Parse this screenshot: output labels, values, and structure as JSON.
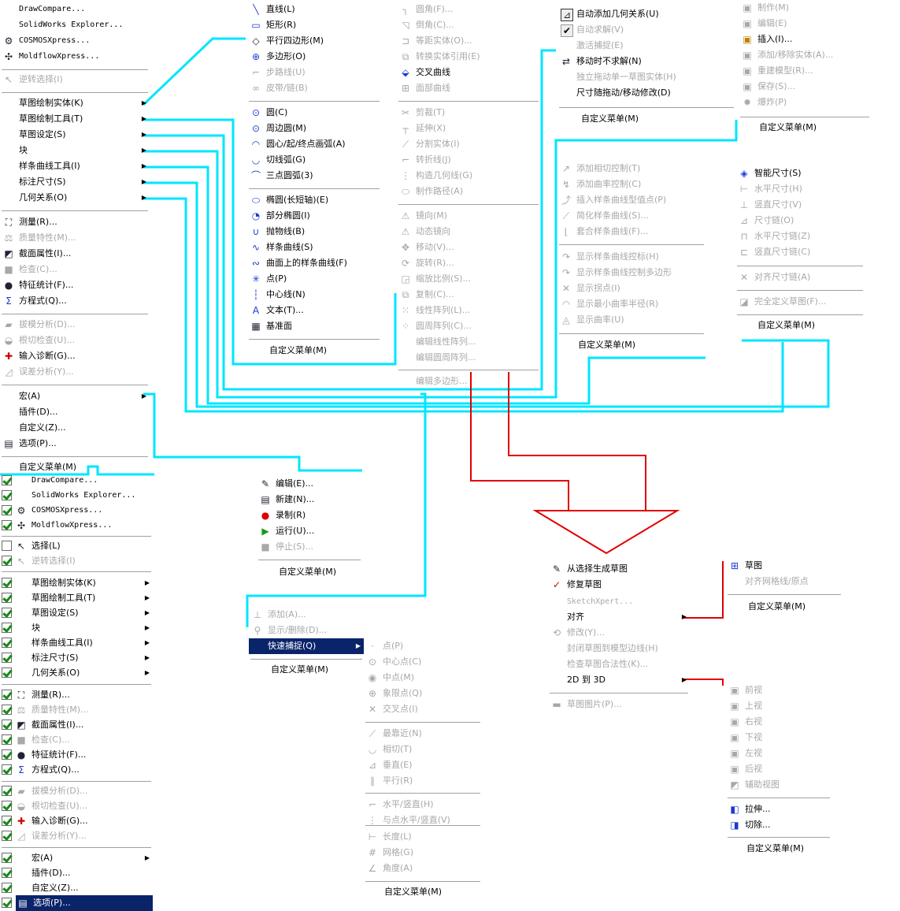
{
  "colors": {
    "wire": "#00e5ff",
    "red": "#e00000",
    "menu_text": "#000000",
    "disabled": "#a8a8a8",
    "highlight": "#0a246a"
  },
  "menu_tools": {
    "top": [
      "DrawCompare...",
      "SolidWorks Explorer...",
      "COSMOSXpress...",
      "MoldflowXpress..."
    ],
    "invert": "逆转选择(I)",
    "sub": [
      "草图绘制实体(K)",
      "草图绘制工具(T)",
      "草图设定(S)",
      "块",
      "样条曲线工具(I)",
      "标注尺寸(S)",
      "几何关系(O)"
    ],
    "analysis": [
      "测量(R)...",
      "质量特性(M)...",
      "截面属性(I)...",
      "检查(C)...",
      "特征统计(F)...",
      "方程式(Q)..."
    ],
    "analysis2": [
      "拔模分析(D)...",
      "根切检查(U)...",
      "输入诊断(G)...",
      "误差分析(Y)..."
    ],
    "misc": [
      "宏(A)",
      "插件(D)...",
      "自定义(Z)...",
      "选项(P)..."
    ],
    "customize": "自定义菜单(M)"
  },
  "menu_entities": {
    "g1": [
      "直线(L)",
      "矩形(R)",
      "平行四边形(M)",
      "多边形(O)",
      "步路线(U)",
      "皮带/链(B)"
    ],
    "g2": [
      "圆(C)",
      "周边圆(M)",
      "圆心/起/终点画弧(A)",
      "切线弧(G)",
      "三点圆弧(3)"
    ],
    "g3": [
      "椭圆(长短轴)(E)",
      "部分椭圆(I)",
      "抛物线(B)",
      "样条曲线(S)",
      "曲面上的样条曲线(F)",
      "点(P)",
      "中心线(N)",
      "文本(T)...",
      "基准面"
    ],
    "customize": "自定义菜单(M)"
  },
  "menu_tools2": {
    "g1": [
      "圆角(F)...",
      "倒角(C)...",
      "等距实体(O)...",
      "转换实体引用(E)",
      "交叉曲线",
      "面部曲线"
    ],
    "g2": [
      "剪裁(T)",
      "延伸(X)",
      "分割实体(I)",
      "转折线(J)",
      "构造几何线(G)",
      "制作路径(A)"
    ],
    "g3": [
      "镜向(M)",
      "动态镜向",
      "移动(V)...",
      "旋转(R)...",
      "缩放比例(S)...",
      "复制(C)...",
      "线性阵列(L)...",
      "圆周阵列(C)...",
      "编辑线性阵列...",
      "编辑圆周阵列..."
    ],
    "last": "编辑多边形..."
  },
  "menu_settings": {
    "items": [
      "自动添加几何关系(U)",
      "自动求解(V)",
      "激活捕捉(E)",
      "移动时不求解(N)",
      "独立拖动单一草图实体(H)",
      "尺寸随拖动/移动修改(D)"
    ],
    "customize": "自定义菜单(M)"
  },
  "menu_block": {
    "items": [
      "制作(M)",
      "编辑(E)",
      "插入(I)...",
      "添加/移除实体(A)...",
      "重建模型(R)...",
      "保存(S)...",
      "爆炸(P)"
    ],
    "customize": "自定义菜单(M)"
  },
  "menu_spline": {
    "g1": [
      "添加相切控制(T)",
      "添加曲率控制(C)",
      "插入样条曲线型值点(P)",
      "简化样条曲线(S)...",
      "套合样条曲线(F)..."
    ],
    "g2": [
      "显示样条曲线控标(H)",
      "显示样条曲线控制多边形",
      "显示拐点(I)",
      "显示最小曲率半径(R)",
      "显示曲率(U)"
    ],
    "customize": "自定义菜单(M)"
  },
  "menu_dim": {
    "g1": [
      "智能尺寸(S)",
      "水平尺寸(H)",
      "竖直尺寸(V)",
      "尺寸链(O)",
      "水平尺寸链(Z)",
      "竖直尺寸链(C)"
    ],
    "g2": [
      "对齐尺寸链(A)"
    ],
    "g3": [
      "完全定义草图(F)..."
    ],
    "customize": "自定义菜单(M)"
  },
  "menu_macro": {
    "items": [
      "编辑(E)...",
      "新建(N)...",
      "录制(R)",
      "运行(U)...",
      "停止(S)..."
    ],
    "customize": "自定义菜单(M)"
  },
  "menu_relations": {
    "items": [
      "添加(A)...",
      "显示/删除(D)...",
      "快速捕捉(Q)"
    ],
    "customize": "自定义菜单(M)"
  },
  "menu_snap": {
    "g1": [
      "点(P)",
      "中心点(C)",
      "中点(M)",
      "象限点(Q)",
      "交叉点(I)"
    ],
    "g2": [
      "最靠近(N)",
      "相切(T)",
      "垂直(E)",
      "平行(R)"
    ],
    "g3": [
      "水平/竖直(H)",
      "与点水平/竖直(V)"
    ],
    "g4": [
      "长度(L)",
      "网格(G)",
      "角度(A)"
    ],
    "customize": "自定义菜单(M)"
  },
  "menu_customized": {
    "top": [
      "DrawCompare...",
      "SolidWorks Explorer...",
      "COSMOSXpress...",
      "MoldflowXpress..."
    ],
    "select": [
      "选择(L)",
      "逆转选择(I)"
    ],
    "sub": [
      "草图绘制实体(K)",
      "草图绘制工具(T)",
      "草图设定(S)",
      "块",
      "样条曲线工具(I)",
      "标注尺寸(S)",
      "几何关系(O)"
    ],
    "analysis": [
      "测量(R)...",
      "质量特性(M)...",
      "截面属性(I)...",
      "检查(C)...",
      "特征统计(F)...",
      "方程式(Q)..."
    ],
    "analysis2": [
      "拔模分析(D)...",
      "根切检查(U)...",
      "输入诊断(G)...",
      "误差分析(Y)..."
    ],
    "misc": [
      "宏(A)",
      "插件(D)...",
      "自定义(Z)...",
      "选项(P)..."
    ]
  },
  "menu_sketch_new": {
    "items": [
      "从选择生成草图",
      "修复草图",
      "SketchXpert...",
      "对齐",
      "修改(Y)...",
      "封闭草图到模型边线(H)",
      "检查草图合法性(K)...",
      "2D 到 3D"
    ],
    "last": "草图图片(P)..."
  },
  "menu_align": {
    "items": [
      "草图",
      "对齐网格线/原点"
    ],
    "customize": "自定义菜单(M)"
  },
  "menu_2d3d": {
    "g1": [
      "前视",
      "上视",
      "右视",
      "下视",
      "左视",
      "后视",
      "辅助视图"
    ],
    "g2": [
      "拉伸...",
      "切除..."
    ],
    "customize": "自定义菜单(M)"
  }
}
